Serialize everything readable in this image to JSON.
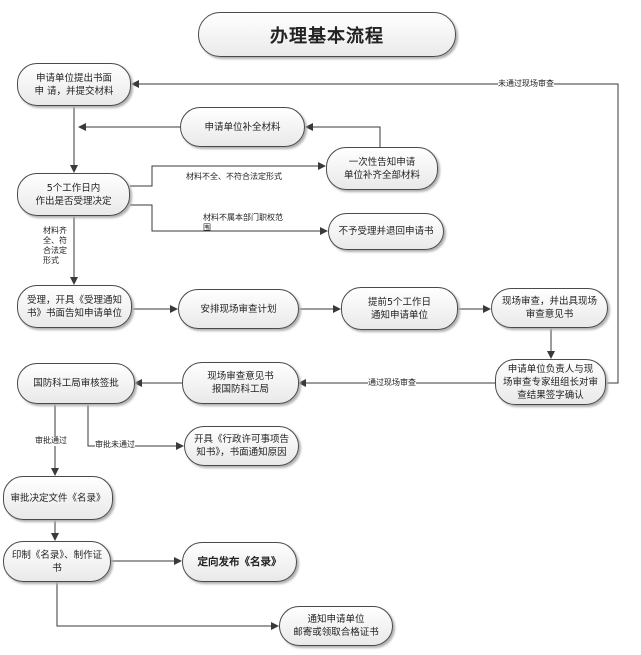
{
  "title": "办理基本流程",
  "nodes": {
    "n1": "申请单位提出书面\n申 请，并提交材料",
    "n2": "申请单位补全材料",
    "n3": "一次性告知申请\n单位补齐全部材料",
    "n4": "5个工作日内\n作出是否受理决定",
    "n5": "不予受理并退回申请书",
    "n6": "受理，开具《受理通知\n书》书面告知申请单位",
    "n7": "安排现场审查计划",
    "n8": "提前5个工作日\n通知申请单位",
    "n9": "现场审查，并出具现场\n审查意见书",
    "n10": "申请单位负责人与现\n场审查专家组组长对审\n查结果签字确认",
    "n11": "现场审查意见书\n报国防科工局",
    "n12": "国防科工局审核签批",
    "n13": "开具《行政许可事项告\n知书》，书面通知原因",
    "n14": "审批决定文件《名录》",
    "n15": "印制《名录》、制作证\n书",
    "n16": "定向发布《名录》",
    "n17": "通知申请单位\n邮寄或领取合格证书"
  },
  "labels": {
    "fail_review": "未通过现场审查",
    "incomplete": "材料不全、不符合法定形式",
    "out_of_scope": "材料不属本部门职权范\n围",
    "complete": "材料齐\n全、符\n合法定\n形式",
    "pass_review": "通过现场审查",
    "approved": "审批通过",
    "rejected": "审批未通过"
  },
  "colors": {
    "line": "#3a3a3a",
    "border": "#4a4a4a"
  }
}
